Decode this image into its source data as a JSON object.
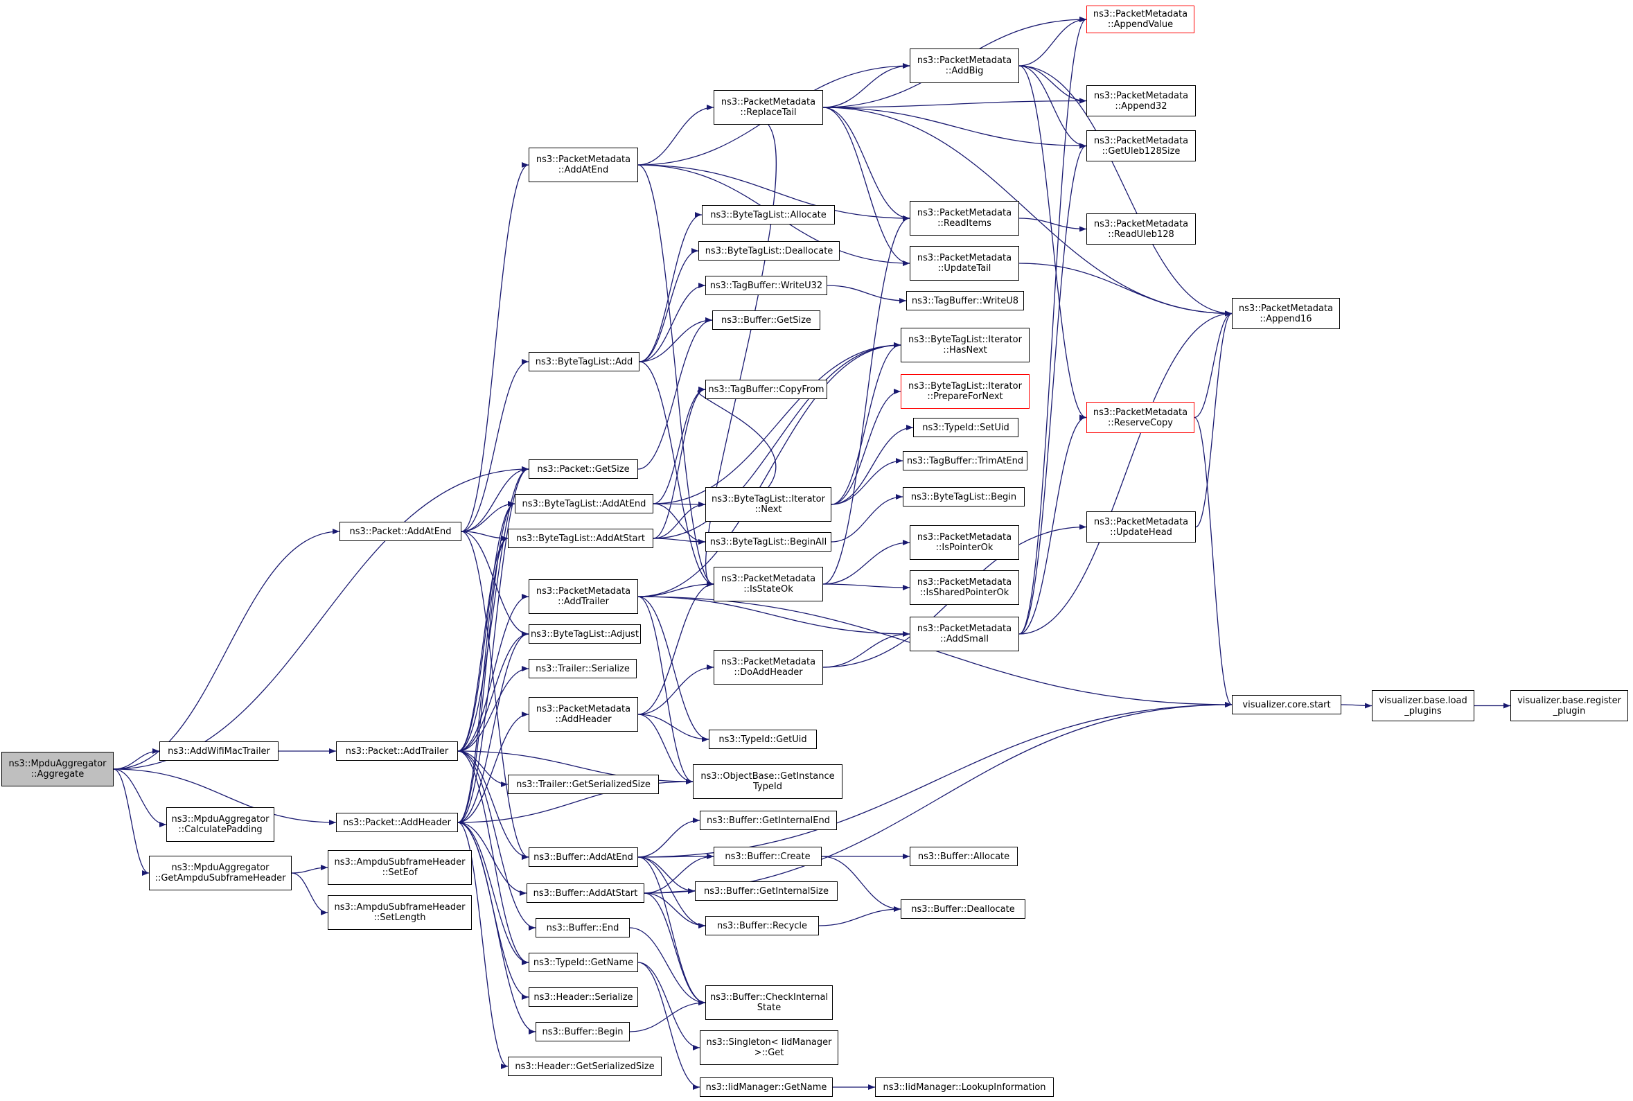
{
  "colors": {
    "edge": "#191970",
    "border": "#000000",
    "root_fill": "#bfbfbf",
    "truncated_border": "#ff0000"
  },
  "nodes": {
    "n1": {
      "lines": [
        "ns3::MpduAggregator",
        "::Aggregate"
      ],
      "root": true
    },
    "n2": {
      "lines": [
        "ns3::AddWifiMacTrailer"
      ]
    },
    "n3": {
      "lines": [
        "ns3::MpduAggregator",
        "::CalculatePadding"
      ]
    },
    "n4": {
      "lines": [
        "ns3::MpduAggregator",
        "::GetAmpduSubframeHeader"
      ]
    },
    "n5": {
      "lines": [
        "ns3::Packet::AddAtEnd"
      ]
    },
    "n6": {
      "lines": [
        "ns3::Packet::AddTrailer"
      ]
    },
    "n7": {
      "lines": [
        "ns3::Packet::AddHeader"
      ]
    },
    "n8": {
      "lines": [
        "ns3::AmpduSubframeHeader",
        "::SetEof"
      ]
    },
    "n9": {
      "lines": [
        "ns3::AmpduSubframeHeader",
        "::SetLength"
      ]
    },
    "n10": {
      "lines": [
        "ns3::PacketMetadata",
        "::AddAtEnd"
      ]
    },
    "n11": {
      "lines": [
        "ns3::ByteTagList::Add"
      ]
    },
    "n12": {
      "lines": [
        "ns3::Packet::GetSize"
      ]
    },
    "n13": {
      "lines": [
        "ns3::ByteTagList::AddAtEnd"
      ]
    },
    "n14": {
      "lines": [
        "ns3::ByteTagList::AddAtStart"
      ]
    },
    "n15": {
      "lines": [
        "ns3::PacketMetadata",
        "::AddTrailer"
      ]
    },
    "n16": {
      "lines": [
        "ns3::ByteTagList::Adjust"
      ]
    },
    "n17": {
      "lines": [
        "ns3::Trailer::Serialize"
      ]
    },
    "n18": {
      "lines": [
        "ns3::PacketMetadata",
        "::AddHeader"
      ]
    },
    "n19": {
      "lines": [
        "ns3::Trailer::GetSerializedSize"
      ]
    },
    "n20": {
      "lines": [
        "ns3::Buffer::AddAtEnd"
      ]
    },
    "n21": {
      "lines": [
        "ns3::Buffer::AddAtStart"
      ]
    },
    "n22": {
      "lines": [
        "ns3::Buffer::End"
      ]
    },
    "n23": {
      "lines": [
        "ns3::TypeId::GetName"
      ]
    },
    "n24": {
      "lines": [
        "ns3::Header::Serialize"
      ]
    },
    "n25": {
      "lines": [
        "ns3::Buffer::Begin"
      ]
    },
    "n26": {
      "lines": [
        "ns3::Header::GetSerializedSize"
      ]
    },
    "n27": {
      "lines": [
        "ns3::PacketMetadata",
        "::ReplaceTail"
      ]
    },
    "n28": {
      "lines": [
        "ns3::ByteTagList::Allocate"
      ]
    },
    "n29": {
      "lines": [
        "ns3::ByteTagList::Deallocate"
      ]
    },
    "n30": {
      "lines": [
        "ns3::TagBuffer::WriteU32"
      ]
    },
    "n31": {
      "lines": [
        "ns3::Buffer::GetSize"
      ]
    },
    "n32": {
      "lines": [
        "ns3::TagBuffer::CopyFrom"
      ]
    },
    "n33": {
      "lines": [
        "ns3::ByteTagList::Iterator",
        "::Next"
      ]
    },
    "n34": {
      "lines": [
        "ns3::ByteTagList::BeginAll"
      ]
    },
    "n35": {
      "lines": [
        "ns3::PacketMetadata",
        "::IsStateOk"
      ]
    },
    "n36": {
      "lines": [
        "ns3::PacketMetadata",
        "::DoAddHeader"
      ]
    },
    "n37": {
      "lines": [
        "ns3::TypeId::GetUid"
      ]
    },
    "n38": {
      "lines": [
        "ns3::ObjectBase::GetInstance",
        "TypeId"
      ]
    },
    "n39": {
      "lines": [
        "ns3::Buffer::GetInternalEnd"
      ]
    },
    "n40": {
      "lines": [
        "ns3::Buffer::Create"
      ]
    },
    "n41": {
      "lines": [
        "ns3::Buffer::GetInternalSize"
      ]
    },
    "n42": {
      "lines": [
        "ns3::Buffer::Recycle"
      ]
    },
    "n43": {
      "lines": [
        "ns3::Buffer::CheckInternal",
        "State"
      ]
    },
    "n44": {
      "lines": [
        "ns3::Singleton< IidManager",
        " >::Get"
      ]
    },
    "n45": {
      "lines": [
        "ns3::IidManager::GetName"
      ]
    },
    "n46": {
      "lines": [
        "ns3::PacketMetadata",
        "::AddBig"
      ]
    },
    "n47": {
      "lines": [
        "ns3::PacketMetadata",
        "::ReadItems"
      ]
    },
    "n48": {
      "lines": [
        "ns3::PacketMetadata",
        "::UpdateTail"
      ]
    },
    "n49": {
      "lines": [
        "ns3::TagBuffer::WriteU8"
      ]
    },
    "n50": {
      "lines": [
        "ns3::ByteTagList::Iterator",
        "::HasNext"
      ]
    },
    "n51": {
      "lines": [
        "ns3::ByteTagList::Iterator",
        "::PrepareForNext"
      ],
      "truncated": true
    },
    "n52": {
      "lines": [
        "ns3::TypeId::SetUid"
      ]
    },
    "n53": {
      "lines": [
        "ns3::TagBuffer::TrimAtEnd"
      ]
    },
    "n54": {
      "lines": [
        "ns3::ByteTagList::Begin"
      ]
    },
    "n55": {
      "lines": [
        "ns3::PacketMetadata",
        "::IsPointerOk"
      ]
    },
    "n56": {
      "lines": [
        "ns3::PacketMetadata",
        "::IsSharedPointerOk"
      ]
    },
    "n57": {
      "lines": [
        "ns3::PacketMetadata",
        "::AddSmall"
      ]
    },
    "n58": {
      "lines": [
        "ns3::Buffer::Allocate"
      ]
    },
    "n59": {
      "lines": [
        "ns3::Buffer::Deallocate"
      ]
    },
    "n60": {
      "lines": [
        "ns3::IidManager::LookupInformation"
      ]
    },
    "n61": {
      "lines": [
        "ns3::PacketMetadata",
        "::AppendValue"
      ],
      "truncated": true
    },
    "n62": {
      "lines": [
        "ns3::PacketMetadata",
        "::Append32"
      ]
    },
    "n63": {
      "lines": [
        "ns3::PacketMetadata",
        "::GetUleb128Size"
      ]
    },
    "n64": {
      "lines": [
        "ns3::PacketMetadata",
        "::ReadUleb128"
      ]
    },
    "n65": {
      "lines": [
        "ns3::PacketMetadata",
        "::Append16"
      ]
    },
    "n66": {
      "lines": [
        "ns3::PacketMetadata",
        "::ReserveCopy"
      ],
      "truncated": true
    },
    "n67": {
      "lines": [
        "ns3::PacketMetadata",
        "::UpdateHead"
      ]
    },
    "n68": {
      "lines": [
        "visualizer.core.start"
      ]
    },
    "n69": {
      "lines": [
        "visualizer.base.load",
        "_plugins"
      ]
    },
    "n70": {
      "lines": [
        "visualizer.base.register",
        "_plugin"
      ]
    }
  },
  "edges": [
    [
      "n1",
      "n2"
    ],
    [
      "n1",
      "n3"
    ],
    [
      "n1",
      "n4"
    ],
    [
      "n1",
      "n5"
    ],
    [
      "n1",
      "n7"
    ],
    [
      "n1",
      "n12"
    ],
    [
      "n2",
      "n6"
    ],
    [
      "n4",
      "n8"
    ],
    [
      "n4",
      "n9"
    ],
    [
      "n5",
      "n10"
    ],
    [
      "n5",
      "n11"
    ],
    [
      "n5",
      "n12"
    ],
    [
      "n5",
      "n13"
    ],
    [
      "n5",
      "n14"
    ],
    [
      "n5",
      "n16"
    ],
    [
      "n5",
      "n20"
    ],
    [
      "n6",
      "n12"
    ],
    [
      "n6",
      "n13"
    ],
    [
      "n6",
      "n14"
    ],
    [
      "n6",
      "n15"
    ],
    [
      "n6",
      "n16"
    ],
    [
      "n6",
      "n17"
    ],
    [
      "n6",
      "n19"
    ],
    [
      "n6",
      "n20"
    ],
    [
      "n6",
      "n22"
    ],
    [
      "n6",
      "n23"
    ],
    [
      "n6",
      "n38"
    ],
    [
      "n7",
      "n12"
    ],
    [
      "n7",
      "n13"
    ],
    [
      "n7",
      "n14"
    ],
    [
      "n7",
      "n16"
    ],
    [
      "n7",
      "n18"
    ],
    [
      "n7",
      "n21"
    ],
    [
      "n7",
      "n23"
    ],
    [
      "n7",
      "n24"
    ],
    [
      "n7",
      "n25"
    ],
    [
      "n7",
      "n26"
    ],
    [
      "n7",
      "n38"
    ],
    [
      "n10",
      "n27"
    ],
    [
      "n10",
      "n46"
    ],
    [
      "n10",
      "n47"
    ],
    [
      "n10",
      "n48"
    ],
    [
      "n10",
      "n35"
    ],
    [
      "n11",
      "n28"
    ],
    [
      "n11",
      "n29"
    ],
    [
      "n11",
      "n30"
    ],
    [
      "n11",
      "n31"
    ],
    [
      "n11",
      "n35"
    ],
    [
      "n12",
      "n31"
    ],
    [
      "n13",
      "n32"
    ],
    [
      "n13",
      "n33"
    ],
    [
      "n13",
      "n34"
    ],
    [
      "n13",
      "n50"
    ],
    [
      "n14",
      "n32"
    ],
    [
      "n14",
      "n33"
    ],
    [
      "n14",
      "n34"
    ],
    [
      "n14",
      "n50"
    ],
    [
      "n15",
      "n35"
    ],
    [
      "n15",
      "n37"
    ],
    [
      "n15",
      "n38"
    ],
    [
      "n15",
      "n57"
    ],
    [
      "n15",
      "n68"
    ],
    [
      "n15",
      "n50"
    ],
    [
      "n18",
      "n36"
    ],
    [
      "n18",
      "n37"
    ],
    [
      "n18",
      "n38"
    ],
    [
      "n18",
      "n35"
    ],
    [
      "n20",
      "n39"
    ],
    [
      "n20",
      "n40"
    ],
    [
      "n20",
      "n41"
    ],
    [
      "n20",
      "n42"
    ],
    [
      "n20",
      "n43"
    ],
    [
      "n20",
      "n68"
    ],
    [
      "n21",
      "n40"
    ],
    [
      "n21",
      "n41"
    ],
    [
      "n21",
      "n42"
    ],
    [
      "n21",
      "n43"
    ],
    [
      "n21",
      "n68"
    ],
    [
      "n22",
      "n43"
    ],
    [
      "n23",
      "n44"
    ],
    [
      "n23",
      "n45"
    ],
    [
      "n25",
      "n43"
    ],
    [
      "n27",
      "n46"
    ],
    [
      "n27",
      "n61"
    ],
    [
      "n27",
      "n62"
    ],
    [
      "n27",
      "n63"
    ],
    [
      "n27",
      "n65"
    ],
    [
      "n27",
      "n47"
    ],
    [
      "n27",
      "n48"
    ],
    [
      "n27",
      "n35"
    ],
    [
      "n30",
      "n49"
    ],
    [
      "n33",
      "n50"
    ],
    [
      "n33",
      "n51"
    ],
    [
      "n33",
      "n52"
    ],
    [
      "n33",
      "n53"
    ],
    [
      "n33",
      "n32"
    ],
    [
      "n34",
      "n54"
    ],
    [
      "n35",
      "n55"
    ],
    [
      "n35",
      "n56"
    ],
    [
      "n35",
      "n47"
    ],
    [
      "n36",
      "n57"
    ],
    [
      "n36",
      "n67"
    ],
    [
      "n40",
      "n58"
    ],
    [
      "n40",
      "n59"
    ],
    [
      "n42",
      "n59"
    ],
    [
      "n45",
      "n60"
    ],
    [
      "n46",
      "n61"
    ],
    [
      "n46",
      "n62"
    ],
    [
      "n46",
      "n63"
    ],
    [
      "n46",
      "n65"
    ],
    [
      "n46",
      "n66"
    ],
    [
      "n47",
      "n64"
    ],
    [
      "n48",
      "n65"
    ],
    [
      "n57",
      "n61"
    ],
    [
      "n57",
      "n63"
    ],
    [
      "n57",
      "n65"
    ],
    [
      "n57",
      "n66"
    ],
    [
      "n66",
      "n65"
    ],
    [
      "n66",
      "n68"
    ],
    [
      "n67",
      "n65"
    ],
    [
      "n68",
      "n69"
    ],
    [
      "n69",
      "n70"
    ]
  ]
}
